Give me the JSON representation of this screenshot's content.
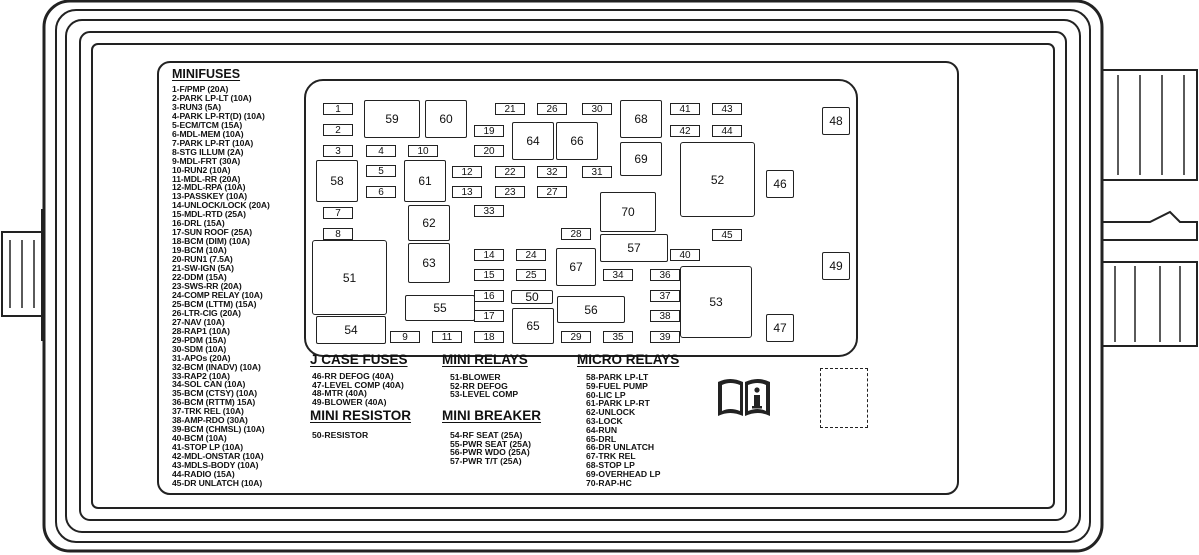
{
  "minifuses": {
    "title": "MINIFUSES",
    "items": [
      "1-F/PMP (20A)",
      "2-PARK LP-LT (10A)",
      "3-RUN3 (5A)",
      "4-PARK LP-RT(D) (10A)",
      "5-ECM/TCM (15A)",
      "6-MDL-MEM (10A)",
      "7-PARK LP-RT (10A)",
      "8-STG ILLUM (2A)",
      "9-MDL-FRT (30A)",
      "10-RUN2 (10A)",
      "11-MDL-RR (20A)",
      "12-MDL-RPA (10A)",
      "13-PASSKEY (10A)",
      "14-UNLOCK/LOCK (20A)",
      "15-MDL-RTD (25A)",
      "16-DRL (15A)",
      "17-SUN ROOF (25A)",
      "18-BCM (DIM) (10A)",
      "19-BCM (10A)",
      "20-RUN1 (7.5A)",
      "21-SW-IGN (5A)",
      "22-DDM (15A)",
      "23-SWS-RR (20A)",
      "24-COMP RELAY (10A)",
      "25-BCM (LTTM) (15A)",
      "26-LTR-CIG (20A)",
      "27-NAV (10A)",
      "28-RAP1 (10A)",
      "29-PDM (15A)",
      "30-SDM (10A)",
      "31-APOs (20A)",
      "32-BCM (INADV) (10A)",
      "33-RAP2 (10A)",
      "34-SOL CAN (10A)",
      "35-BCM (CTSY) (10A)",
      "36-BCM (RTTM) 15A)",
      "37-TRK REL (10A)",
      "38-AMP-RDO (30A)",
      "39-BCM (CHMSL) (10A)",
      "40-BCM (10A)",
      "41-STOP LP (10A)",
      "42-MDL-ONSTAR (10A)",
      "43-MDLS-BODY (10A)",
      "44-RADIO (15A)",
      "45-DR UNLATCH (10A)"
    ]
  },
  "j_case_fuses": {
    "title": "J CASE FUSES",
    "items": [
      "46-RR DEFOG (40A)",
      "47-LEVEL COMP (40A)",
      "48-MTR (40A)",
      "49-BLOWER (40A)"
    ]
  },
  "mini_resistor": {
    "title": "MINI RESISTOR",
    "items": [
      "50-RESISTOR"
    ]
  },
  "mini_relays": {
    "title": "MINI RELAYS",
    "items": [
      "51-BLOWER",
      "52-RR DEFOG",
      "53-LEVEL COMP"
    ]
  },
  "mini_breaker": {
    "title": "MINI BREAKER",
    "items": [
      "54-RF SEAT (25A)",
      "55-PWR SEAT (25A)",
      "56-PWR WDO (25A)",
      "57-PWR T/T (25A)"
    ]
  },
  "micro_relays": {
    "title": "MICRO RELAYS",
    "items": [
      "58-PARK LP-LT",
      "59-FUEL PUMP",
      "60-LIC LP",
      "61-PARK LP-RT",
      "62-UNLOCK",
      "63-LOCK",
      "64-RUN",
      "65-DRL",
      "66-DR UNLATCH",
      "67-TRK REL",
      "68-STOP LP",
      "69-OVERHEAD LP",
      "70-RAP-HC"
    ]
  },
  "panel_positions": [
    "1",
    "2",
    "3",
    "4",
    "5",
    "6",
    "7",
    "8",
    "9",
    "10",
    "11",
    "12",
    "13",
    "14",
    "15",
    "16",
    "17",
    "18",
    "19",
    "20",
    "21",
    "22",
    "23",
    "24",
    "25",
    "26",
    "27",
    "28",
    "29",
    "30",
    "31",
    "32",
    "33",
    "34",
    "35",
    "36",
    "37",
    "38",
    "39",
    "40",
    "41",
    "42",
    "43",
    "44",
    "45",
    "46",
    "47",
    "48",
    "49",
    "50",
    "51",
    "52",
    "53",
    "54",
    "55",
    "56",
    "57",
    "58",
    "59",
    "60",
    "61",
    "62",
    "63",
    "64",
    "65",
    "66",
    "67",
    "68",
    "69",
    "70"
  ],
  "icons": {
    "manual": "owner-manual-info-icon",
    "spare": "empty-spare-slot"
  }
}
